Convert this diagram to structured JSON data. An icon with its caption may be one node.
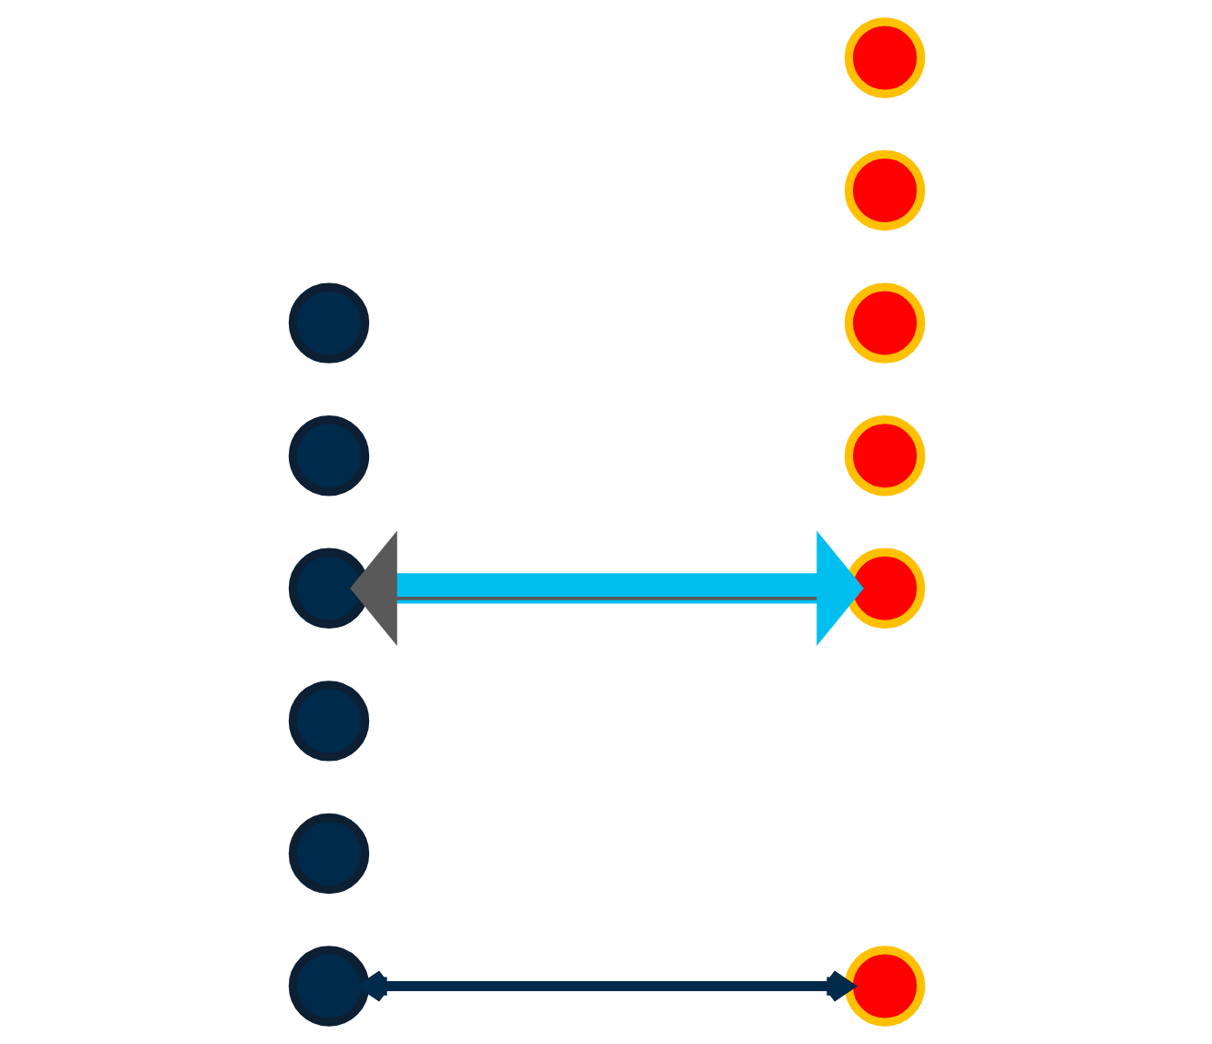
{
  "diagram": {
    "nodes": [
      {
        "text": [],
        "shape": "circle"
      },
      {
        "text": [],
        "shape": "circle"
      },
      {
        "text": [],
        "shape": "circle"
      },
      {
        "text": [],
        "shape": "circle"
      },
      {
        "text": [],
        "shape": "circle"
      },
      {
        "text": [],
        "shape": "circle"
      },
      {
        "text": [],
        "shape": "circle"
      },
      {
        "text": [],
        "shape": "circle"
      },
      {
        "text": [],
        "shape": "circle"
      },
      {
        "text": [],
        "shape": "circle"
      },
      {
        "text": [],
        "shape": "circle"
      },
      {
        "text": [],
        "shape": "circle"
      }
    ],
    "edges": [
      {
        "from": 0,
        "to": 6,
        "arrow": "both",
        "color": "#002a4a"
      },
      {
        "from": 3,
        "to": 9,
        "arrow": "both",
        "style": "thick",
        "color": "#00bfef"
      }
    ]
  }
}
